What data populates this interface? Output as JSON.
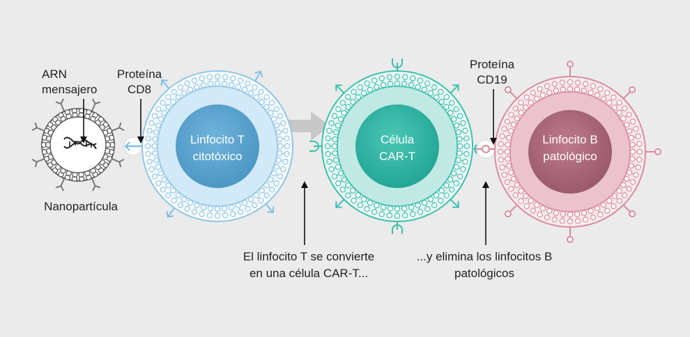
{
  "labels": {
    "arn_line1": "ARN",
    "arn_line2": "mensajero",
    "cd8_line1": "Proteína",
    "cd8_line2": "CD8",
    "nanoparticle": "Nanopartícula",
    "tcell_line1": "Linfocito T",
    "tcell_line2": "citotóxico",
    "cart_line1": "Célula",
    "cart_line2": "CAR-T",
    "cd19_line1": "Proteína",
    "cd19_line2": "CD19",
    "bcell_line1": "Linfocito B",
    "bcell_line2": "patológico",
    "caption1_line1": "El linfocito T se convierte",
    "caption1_line2": "en una  célula CAR-T...",
    "caption2_line1": "...y elimina los linfocitos B",
    "caption2_line2": "patológicos"
  },
  "colors": {
    "background": "#ebebeb",
    "tcell_membrane": "#8ec6e8",
    "tcell_nucleus": "#5fa8d3",
    "cart_membrane": "#3cbfae",
    "cart_nucleus": "#2ab3a3",
    "bcell_membrane": "#d98a9e",
    "bcell_nucleus": "#b06a7c",
    "nanoparticle": "#666666",
    "arrow": "#c8c8c8"
  }
}
